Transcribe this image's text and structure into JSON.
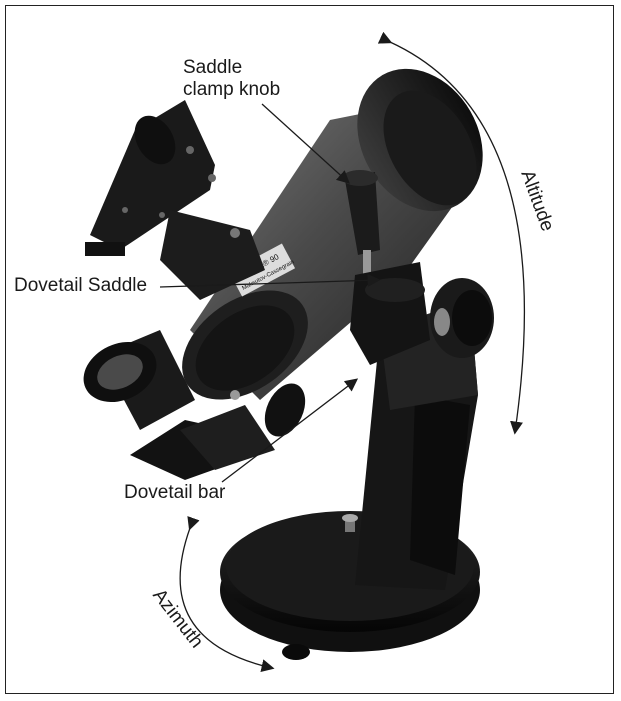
{
  "labels": {
    "saddle_clamp_knob_line1": "Saddle",
    "saddle_clamp_knob_line2": "clamp knob",
    "dovetail_saddle": "Dovetail Saddle",
    "dovetail_bar": "Dovetail bar",
    "altitude": "Altitude",
    "azimuth": "Azimuth"
  },
  "product_badge": {
    "line1": "StarMax® 90",
    "line2": "Maksutov-Cassegrain"
  },
  "colors": {
    "body": "#2a2a2a",
    "body_highlight": "#6b6b6b",
    "line": "#1a1a1a",
    "frame": "#222222"
  }
}
